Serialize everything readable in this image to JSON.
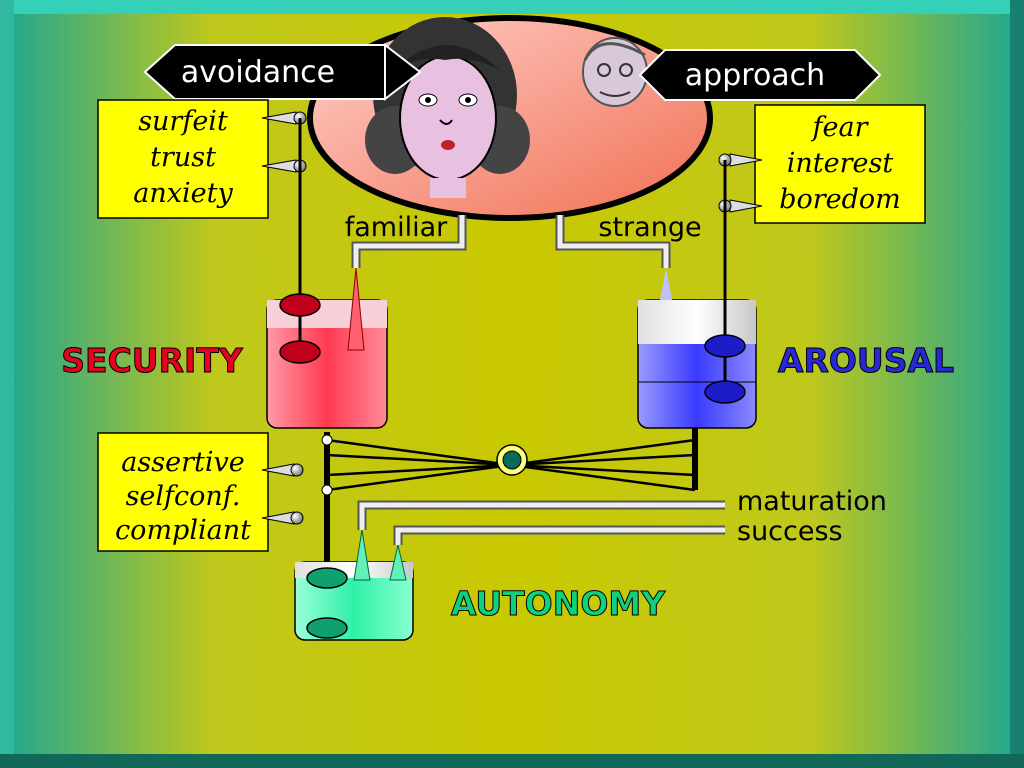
{
  "header": {
    "left_arrow_label": "avoidance",
    "right_arrow_label": "approach"
  },
  "boxes": {
    "left_top": [
      "surfeit",
      "trust",
      "anxiety"
    ],
    "right_top": [
      "fear",
      "interest",
      "boredom"
    ],
    "left_bottom": [
      "assertive",
      "selfconf.",
      "compliant"
    ]
  },
  "pipes": {
    "familiar": "familiar",
    "strange": "strange",
    "maturation": "maturation",
    "success": "success"
  },
  "tanks": {
    "security": "SECURITY",
    "arousal": "AROUSAL",
    "autonomy": "AUTONOMY"
  },
  "colors": {
    "background_center": "#c8c800",
    "frame": "#1e8c7a",
    "security": "#e8001e",
    "arousal": "#2828d8",
    "autonomy": "#10d080",
    "box_fill": "#ffff00"
  },
  "icons": {
    "woman": "woman-face-icon",
    "stranger": "old-man-face-icon"
  }
}
